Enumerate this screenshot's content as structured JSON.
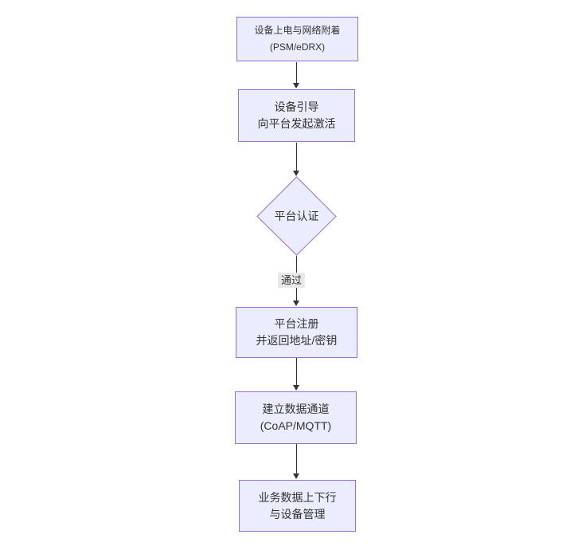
{
  "diagram": {
    "type": "flowchart",
    "direction": "top-down",
    "colors": {
      "canvas_bg": "#ffffff",
      "node_fill": "#ECECFF",
      "node_border": "#9370DB",
      "edge": "#333333",
      "edge_label_bg": "#e8e8e8",
      "text": "#333333"
    },
    "nodes": [
      {
        "id": "A",
        "shape": "rect",
        "lines": [
          "设备上电与网络附着",
          "(PSM/eDRX)"
        ]
      },
      {
        "id": "B",
        "shape": "rect",
        "lines": [
          "设备引导",
          "向平台发起激活"
        ]
      },
      {
        "id": "C",
        "shape": "diamond",
        "lines": [
          "平台认证"
        ]
      },
      {
        "id": "D",
        "shape": "rect",
        "lines": [
          "平台注册",
          "并返回地址/密钥"
        ]
      },
      {
        "id": "E",
        "shape": "rect",
        "lines": [
          "建立数据通道",
          "(CoAP/MQTT)"
        ]
      },
      {
        "id": "F",
        "shape": "rect",
        "lines": [
          "业务数据上下行",
          "与设备管理"
        ]
      }
    ],
    "edges": [
      {
        "from": "A",
        "to": "B",
        "label": ""
      },
      {
        "from": "B",
        "to": "C",
        "label": ""
      },
      {
        "from": "C",
        "to": "D",
        "label": "通过"
      },
      {
        "from": "D",
        "to": "E",
        "label": ""
      },
      {
        "from": "E",
        "to": "F",
        "label": ""
      }
    ]
  }
}
